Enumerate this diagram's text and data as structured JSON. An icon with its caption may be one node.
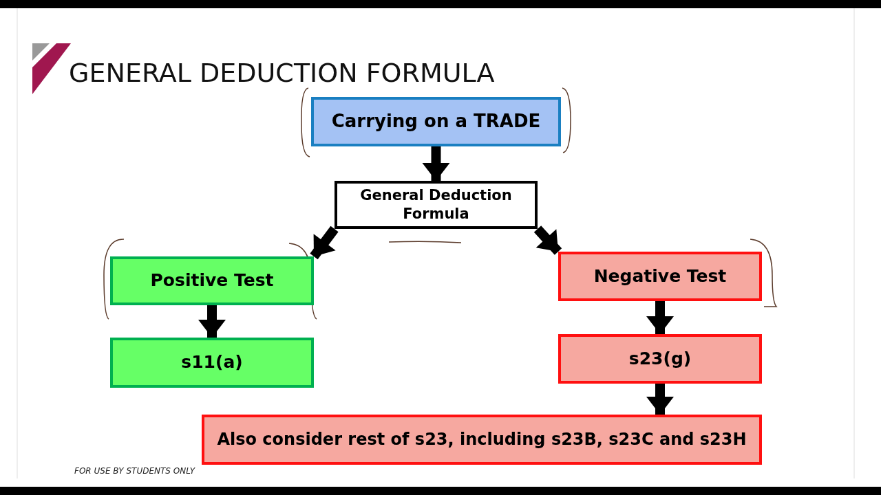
{
  "diagram": {
    "title": "GENERAL DEDUCTION FORMULA",
    "nodes": [
      {
        "text": [
          "Carrying on a TRADE"
        ]
      },
      {
        "text": [
          "General Deduction Formula"
        ]
      },
      {
        "text": [
          "Positive Test"
        ]
      },
      {
        "text": [
          "s11(a)"
        ]
      },
      {
        "text": [
          "Negative Test"
        ]
      },
      {
        "text": [
          "s23(g)"
        ]
      },
      {
        "text": [
          "Also consider rest of s23, including s23B, s23C and s23H"
        ]
      }
    ],
    "edges": [
      {
        "from": 0,
        "to": 1,
        "arrow": "to"
      },
      {
        "from": 1,
        "to": 2,
        "arrow": "to"
      },
      {
        "from": 1,
        "to": 4,
        "arrow": "to"
      },
      {
        "from": 2,
        "to": 3,
        "arrow": "to"
      },
      {
        "from": 4,
        "to": 5,
        "arrow": "to"
      },
      {
        "from": 5,
        "to": 6,
        "arrow": "to"
      }
    ],
    "labels": [
      "FOR USE BY STUDENTS ONLY"
    ]
  }
}
